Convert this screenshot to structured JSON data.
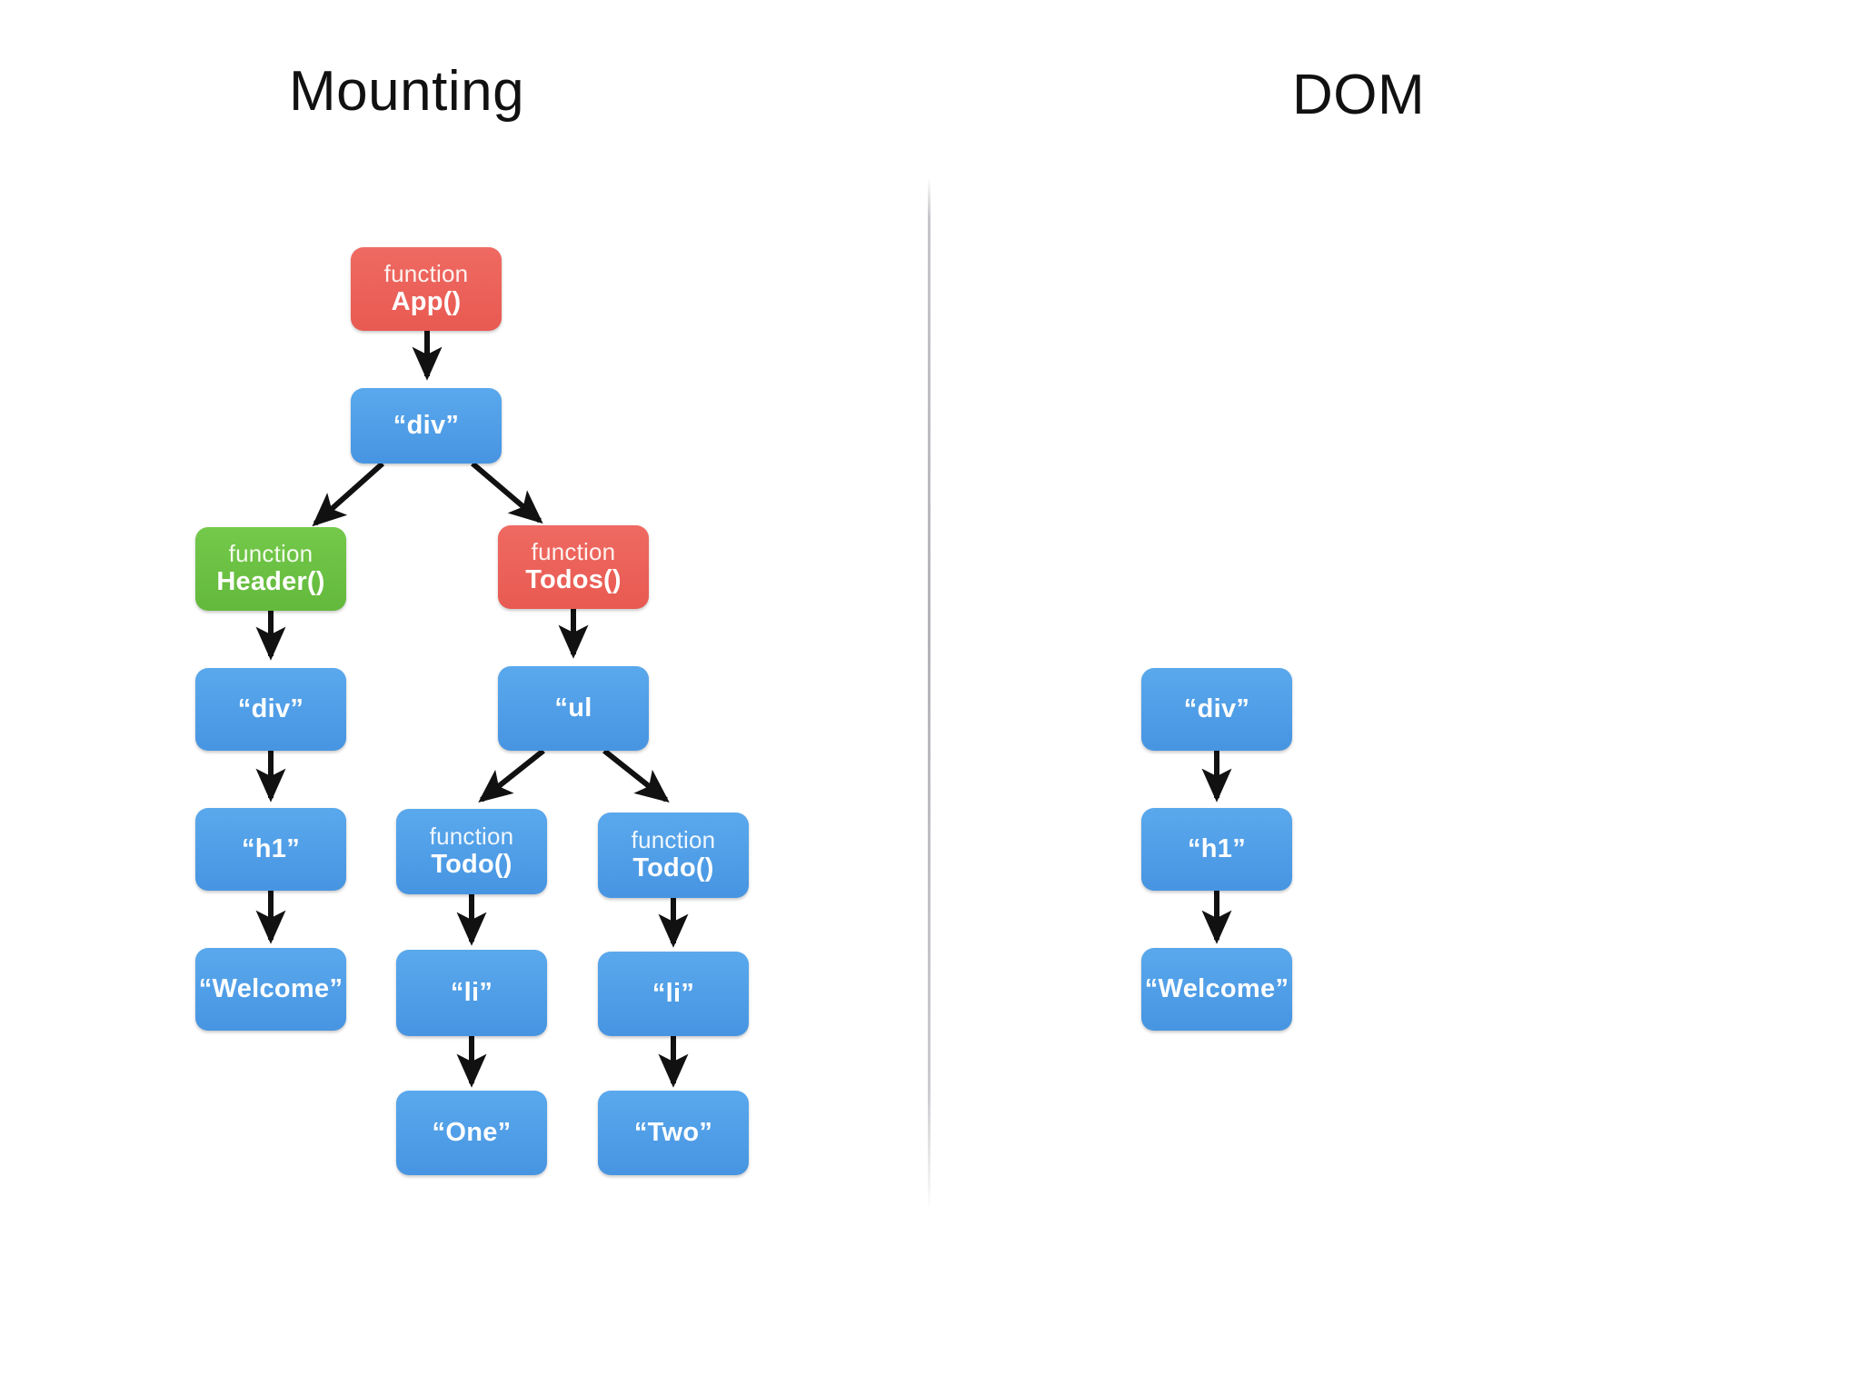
{
  "panels": {
    "left_title": "Mounting",
    "right_title": "DOM"
  },
  "colors": {
    "component_red": "#ec5f58",
    "component_green": "#6cc140",
    "element_blue": "#4d9fe8",
    "arrow": "#111111",
    "divider": "#96969e",
    "text": "#ffffff",
    "title_text": "#111111",
    "background": "#ffffff"
  },
  "keyword_label": "function",
  "mounting_tree": {
    "nodes": [
      {
        "id": "app",
        "kind": "component",
        "color": "component_red",
        "keyword": "function",
        "label": "App()"
      },
      {
        "id": "div_root",
        "kind": "element",
        "color": "element_blue",
        "keyword": "",
        "label": "“div”"
      },
      {
        "id": "header",
        "kind": "component",
        "color": "component_green",
        "keyword": "function",
        "label": "Header()"
      },
      {
        "id": "todos",
        "kind": "component",
        "color": "component_red",
        "keyword": "function",
        "label": "Todos()"
      },
      {
        "id": "div_header",
        "kind": "element",
        "color": "element_blue",
        "keyword": "",
        "label": "“div”"
      },
      {
        "id": "ul",
        "kind": "element",
        "color": "element_blue",
        "keyword": "",
        "label": "“ul"
      },
      {
        "id": "h1",
        "kind": "element",
        "color": "element_blue",
        "keyword": "",
        "label": "“h1”"
      },
      {
        "id": "todo_1",
        "kind": "component",
        "color": "element_blue",
        "keyword": "function",
        "label": "Todo()"
      },
      {
        "id": "todo_2",
        "kind": "component",
        "color": "element_blue",
        "keyword": "function",
        "label": "Todo()"
      },
      {
        "id": "welcome",
        "kind": "text",
        "color": "element_blue",
        "keyword": "",
        "label": "“Welcome”"
      },
      {
        "id": "li_1",
        "kind": "element",
        "color": "element_blue",
        "keyword": "",
        "label": "“li”"
      },
      {
        "id": "li_2",
        "kind": "element",
        "color": "element_blue",
        "keyword": "",
        "label": "“li”"
      },
      {
        "id": "one",
        "kind": "text",
        "color": "element_blue",
        "keyword": "",
        "label": "“One”"
      },
      {
        "id": "two",
        "kind": "text",
        "color": "element_blue",
        "keyword": "",
        "label": "“Two”"
      }
    ],
    "edges": [
      {
        "from": "app",
        "to": "div_root"
      },
      {
        "from": "div_root",
        "to": "header"
      },
      {
        "from": "div_root",
        "to": "todos"
      },
      {
        "from": "header",
        "to": "div_header"
      },
      {
        "from": "todos",
        "to": "ul"
      },
      {
        "from": "div_header",
        "to": "h1"
      },
      {
        "from": "ul",
        "to": "todo_1"
      },
      {
        "from": "ul",
        "to": "todo_2"
      },
      {
        "from": "h1",
        "to": "welcome"
      },
      {
        "from": "todo_1",
        "to": "li_1"
      },
      {
        "from": "todo_2",
        "to": "li_2"
      },
      {
        "from": "li_1",
        "to": "one"
      },
      {
        "from": "li_2",
        "to": "two"
      }
    ]
  },
  "dom_tree": {
    "nodes": [
      {
        "id": "dom_div",
        "kind": "element",
        "color": "element_blue",
        "keyword": "",
        "label": "“div”"
      },
      {
        "id": "dom_h1",
        "kind": "element",
        "color": "element_blue",
        "keyword": "",
        "label": "“h1”"
      },
      {
        "id": "dom_welcome",
        "kind": "text",
        "color": "element_blue",
        "keyword": "",
        "label": "“Welcome”"
      }
    ],
    "edges": [
      {
        "from": "dom_div",
        "to": "dom_h1"
      },
      {
        "from": "dom_h1",
        "to": "dom_welcome"
      }
    ]
  }
}
